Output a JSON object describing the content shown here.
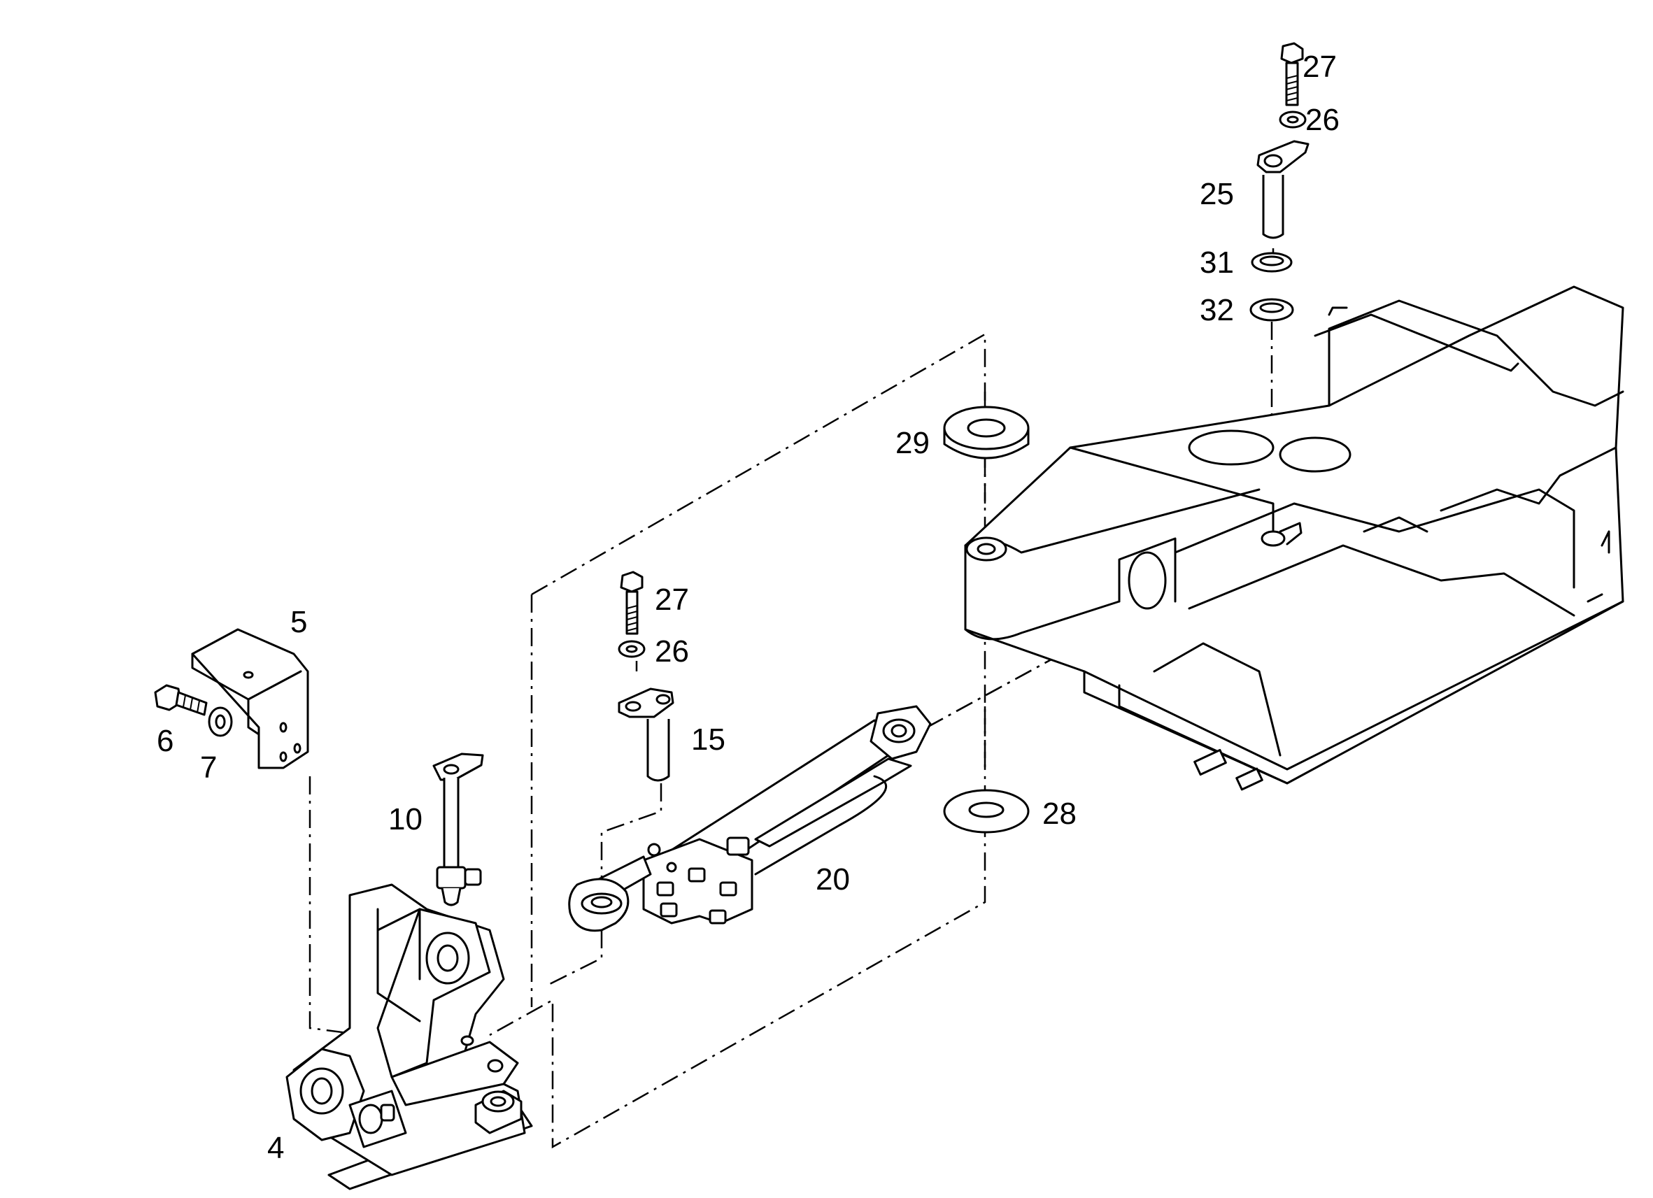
{
  "callouts": {
    "c4": "4",
    "c5": "5",
    "c6": "6",
    "c7": "7",
    "c10": "10",
    "c15": "15",
    "c20": "20",
    "c25": "25",
    "c26_top": "26",
    "c26_mid": "26",
    "c27_top": "27",
    "c27_mid": "27",
    "c28": "28",
    "c29": "29",
    "c31": "31",
    "c32": "32"
  }
}
